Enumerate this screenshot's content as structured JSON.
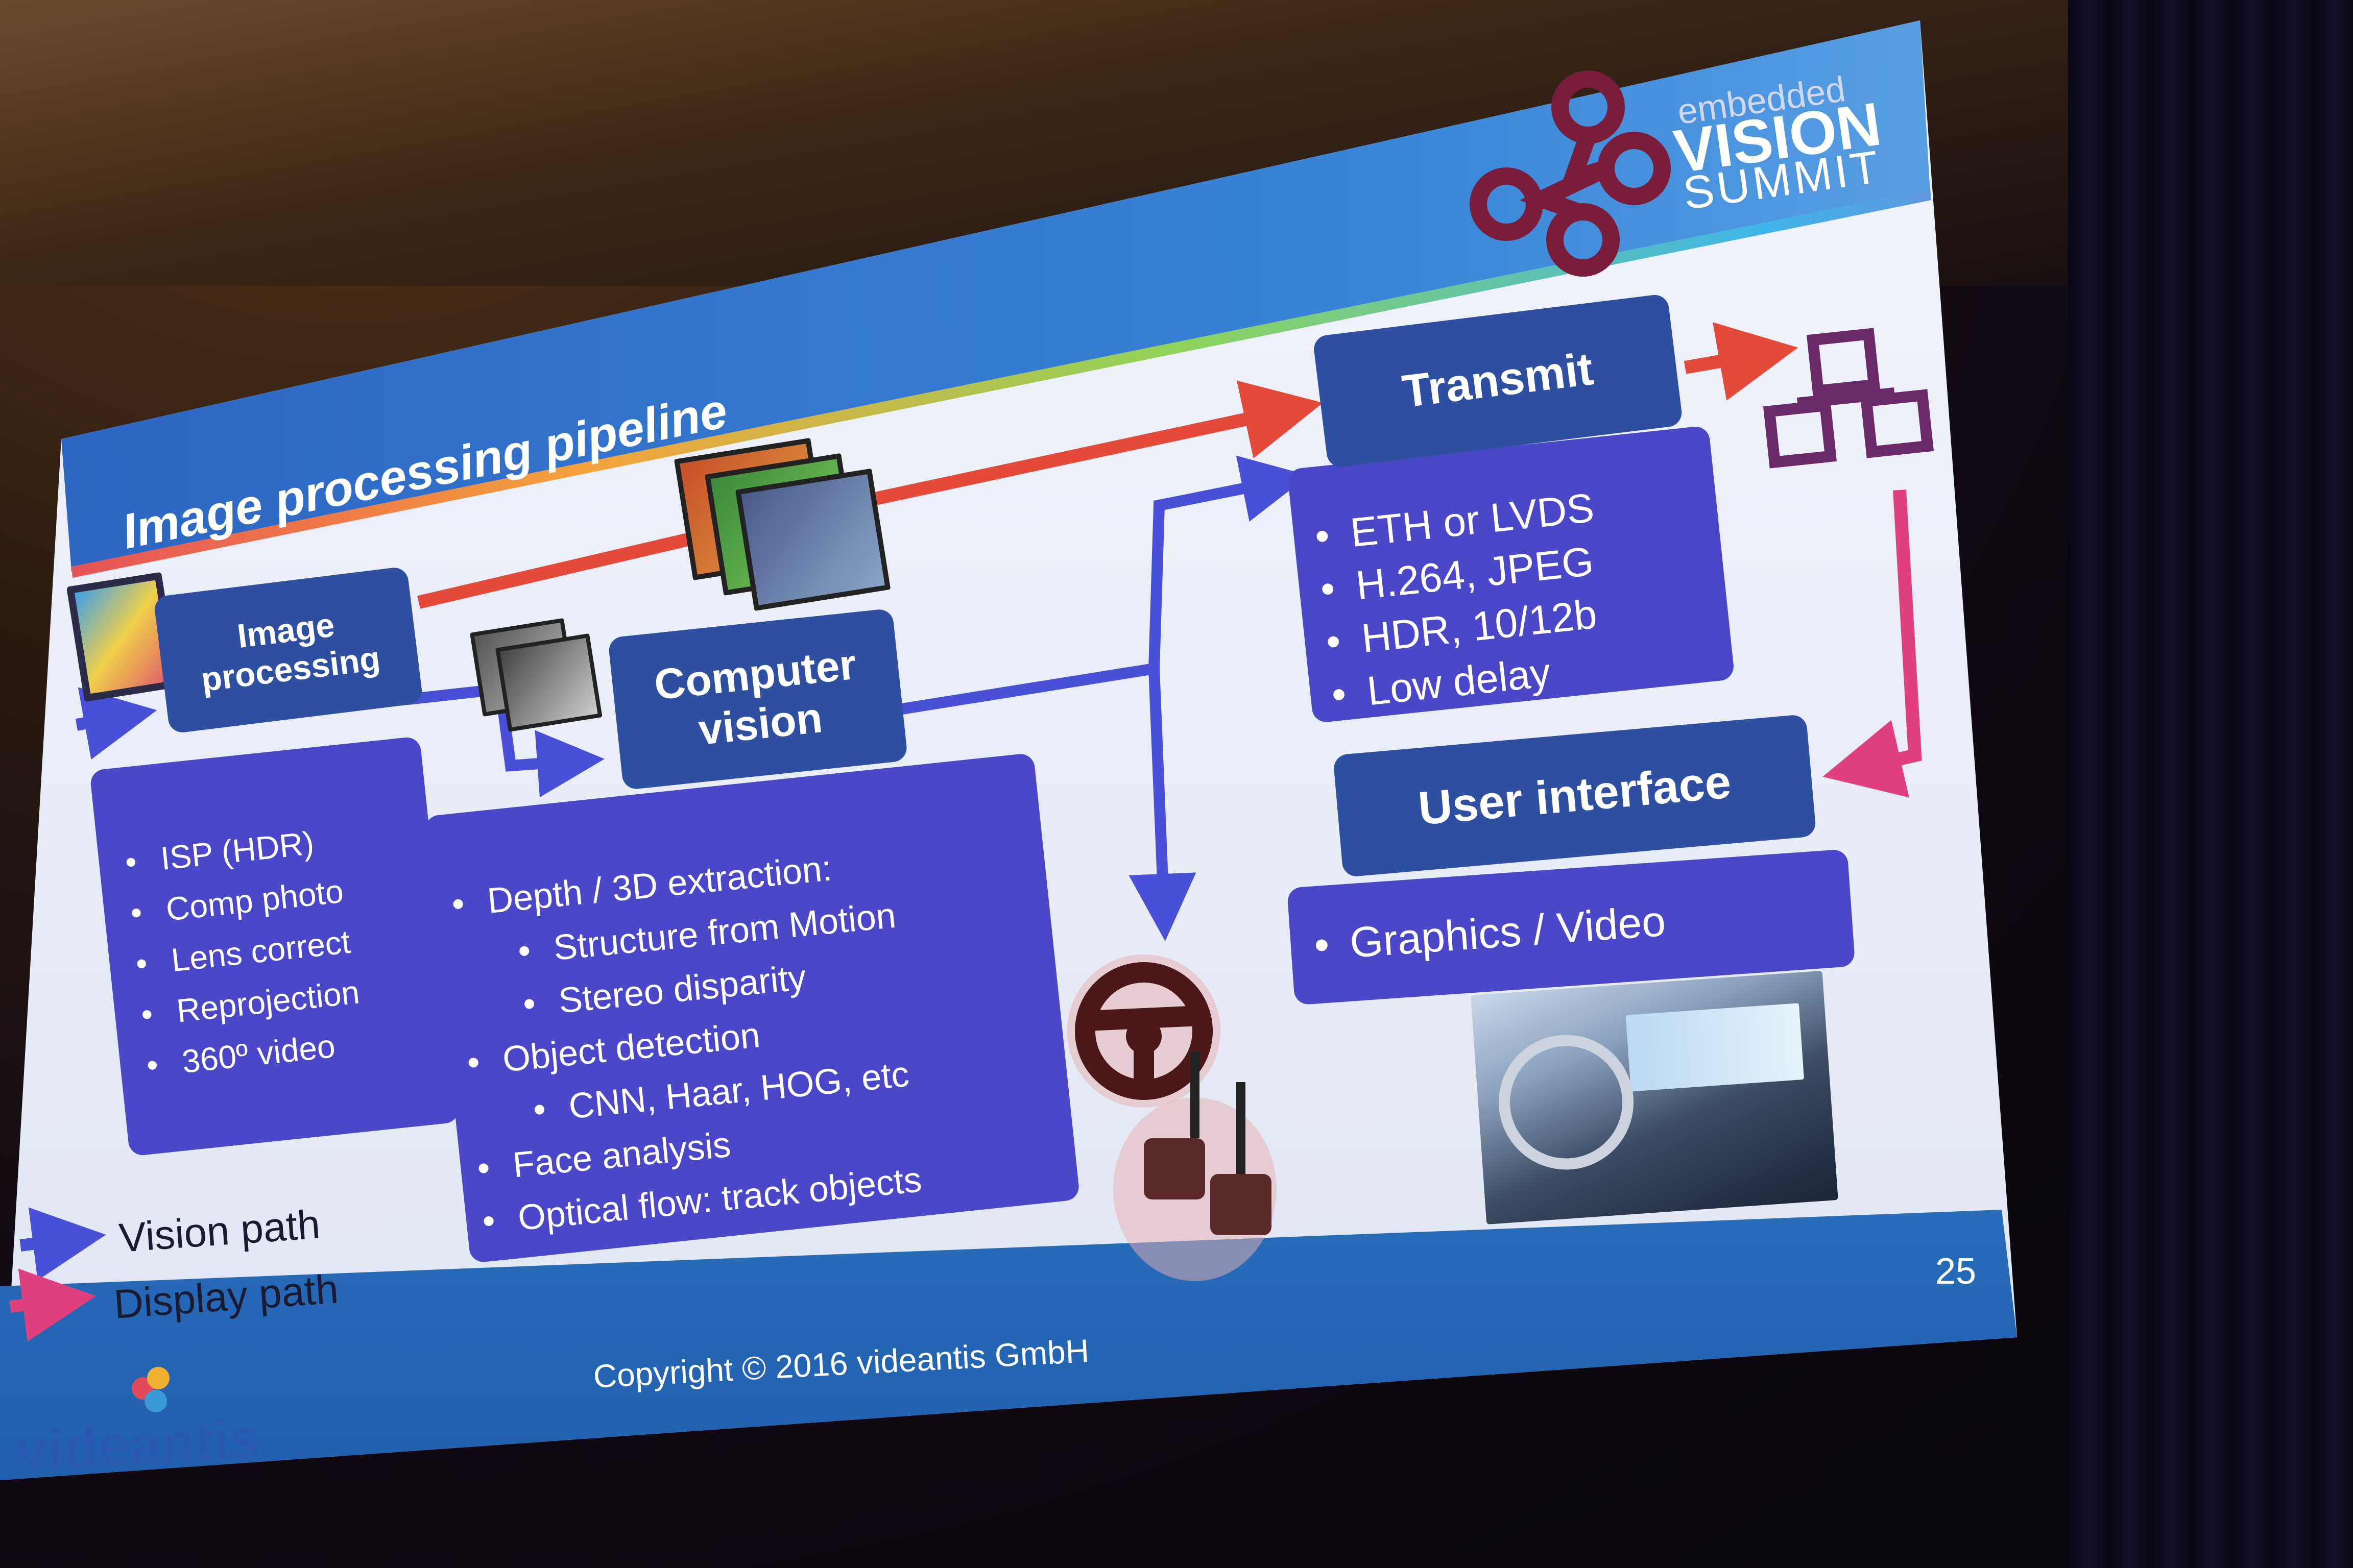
{
  "slide": {
    "title": "Image processing pipeline",
    "page_number": "25",
    "copyright": "Copyright © 2016 videantis GmbH",
    "company_logo_text": "videantis",
    "event_logo": {
      "line1": "embedded",
      "line2": "VISION",
      "line3": "SUMMIT"
    }
  },
  "blocks": {
    "image_processing": {
      "title": "Image processing",
      "items": [
        "ISP (HDR)",
        "Comp photo",
        "Lens correct",
        "Reprojection",
        "360º video"
      ]
    },
    "computer_vision": {
      "title": "Computer vision",
      "items": [
        {
          "text": "Depth / 3D extraction:",
          "level": 1
        },
        {
          "text": "Structure from Motion",
          "level": 2
        },
        {
          "text": "Stereo disparity",
          "level": 2
        },
        {
          "text": "Object detection",
          "level": 1
        },
        {
          "text": "CNN, Haar, HOG, etc",
          "level": 2
        },
        {
          "text": "Face analysis",
          "level": 1
        },
        {
          "text": "Optical flow: track objects",
          "level": 1
        }
      ]
    },
    "transmit": {
      "title": "Transmit",
      "items": [
        "ETH or LVDS",
        "H.264, JPEG",
        "HDR, 10/12b",
        "Low delay"
      ]
    },
    "user_interface": {
      "title": "User interface",
      "items": [
        "Graphics / Video"
      ]
    }
  },
  "legend": [
    {
      "label": "Vision path",
      "color": "#4a4fd8"
    },
    {
      "label": "Display path",
      "color": "#e0417e"
    }
  ],
  "colors": {
    "header": "#2f4fa0",
    "body": "#4b47c9",
    "display_arrow": "#e34a3a",
    "vision_arrow": "#4a4fd8",
    "ui_arrow": "#e0417e"
  }
}
